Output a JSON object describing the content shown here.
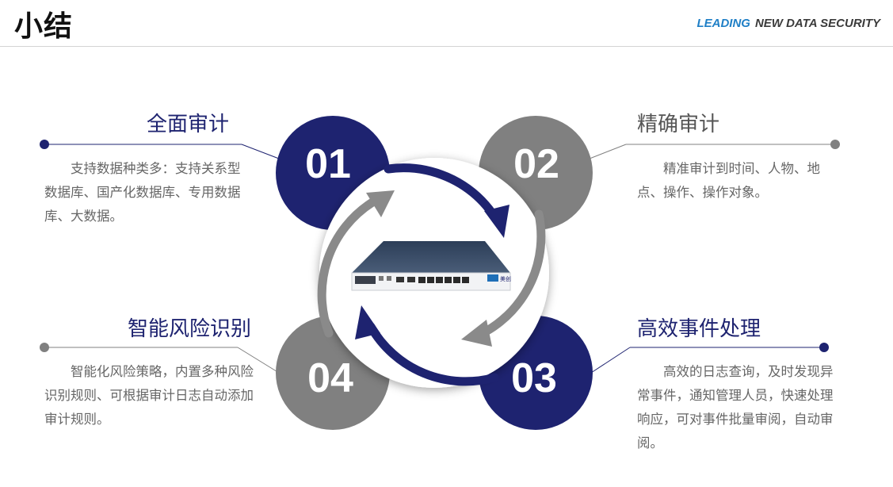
{
  "header": {
    "title": "小结",
    "brand_leading": "LEADING",
    "brand_rest": "NEW DATA SECURITY"
  },
  "colors": {
    "navy": "#1e2370",
    "gray": "#808080",
    "brand_blue": "#1f7fc6"
  },
  "features": [
    {
      "num": "01",
      "title": "全面审计",
      "desc": "支持数据种类多：支持关系型数据库、国产化数据库、专用数据库、大数据。"
    },
    {
      "num": "02",
      "title": "精确审计",
      "desc": "精准审计到时间、人物、地点、操作、操作对象。"
    },
    {
      "num": "03",
      "title": "高效事件处理",
      "desc": "高效的日志查询，及时发现异常事件，通知管理人员，快速处理响应，可对事件批量审阅，自动审阅。"
    },
    {
      "num": "04",
      "title": "智能风险识别",
      "desc": "智能化风险策略，内置多种风险识别规则、可根据审计日志自动添加审计规则。"
    }
  ],
  "device": {
    "logo_text": "美创"
  }
}
